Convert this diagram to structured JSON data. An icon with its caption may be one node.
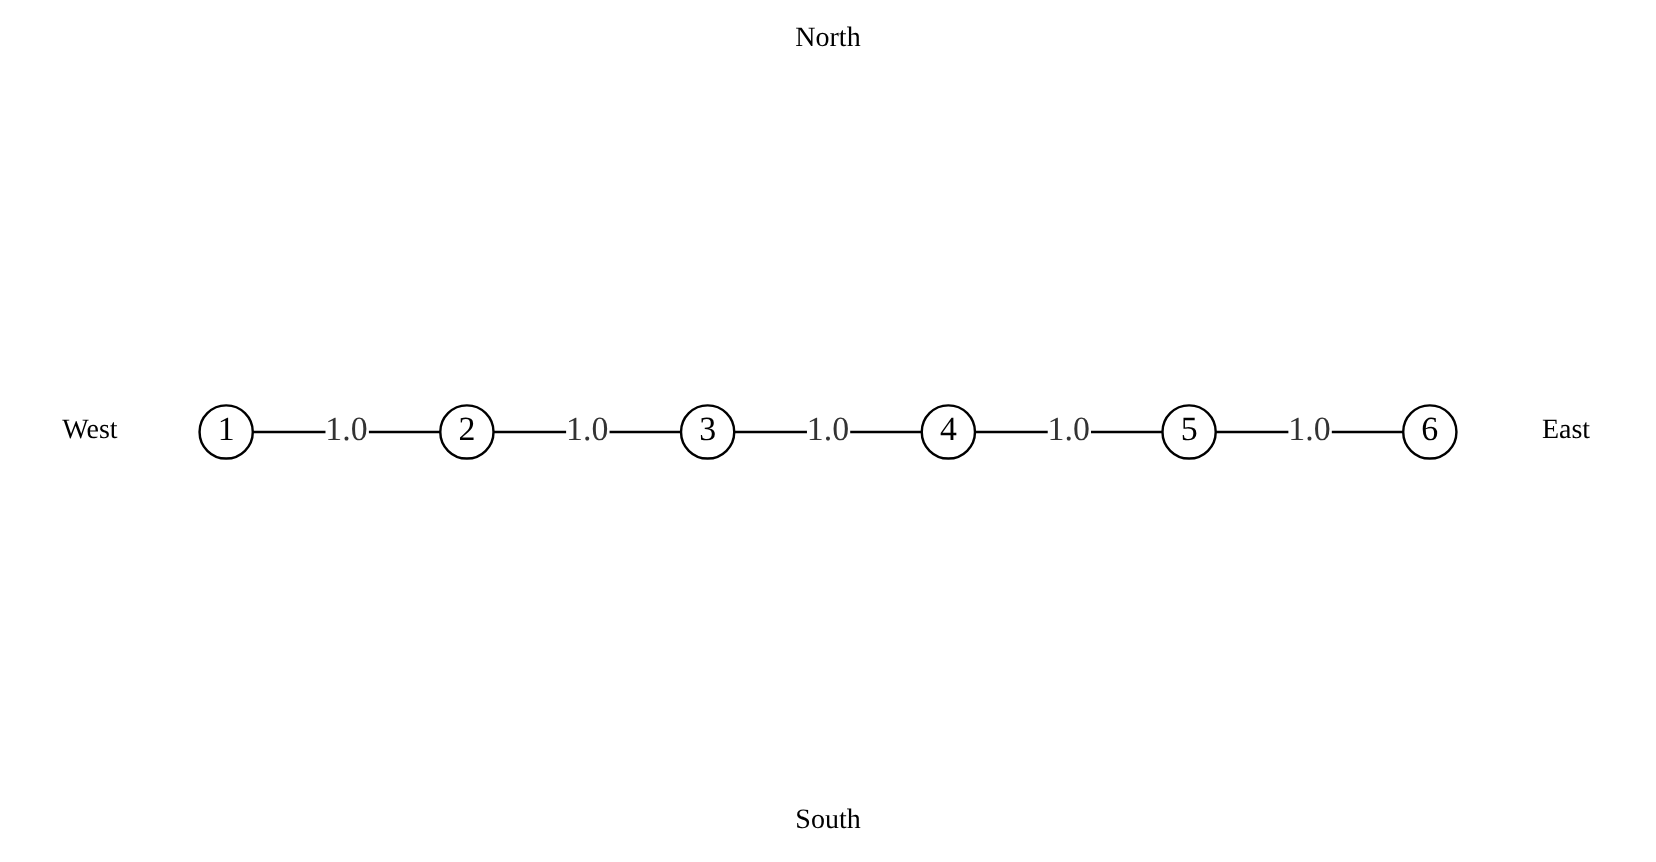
{
  "diagram": {
    "nodes": [
      {
        "text": [
          "2"
        ]
      },
      {
        "text": [
          "3"
        ]
      },
      {
        "text": [
          "6"
        ]
      },
      {
        "text": [
          "1"
        ]
      },
      {
        "text": [
          "4"
        ]
      },
      {
        "text": [
          "5"
        ]
      }
    ],
    "edges": [
      {
        "from": 3,
        "to": 0,
        "arrow": "none",
        "label": "1.0"
      },
      {
        "from": 0,
        "to": 1,
        "arrow": "none",
        "label": "1.0"
      },
      {
        "from": 1,
        "to": 4,
        "arrow": "none",
        "label": "1.0"
      },
      {
        "from": 4,
        "to": 5,
        "arrow": "none",
        "label": "1.0"
      },
      {
        "from": 5,
        "to": 2,
        "arrow": "none",
        "label": "1.0"
      }
    ],
    "labels": [
      "North",
      "West",
      "East",
      "South"
    ]
  }
}
